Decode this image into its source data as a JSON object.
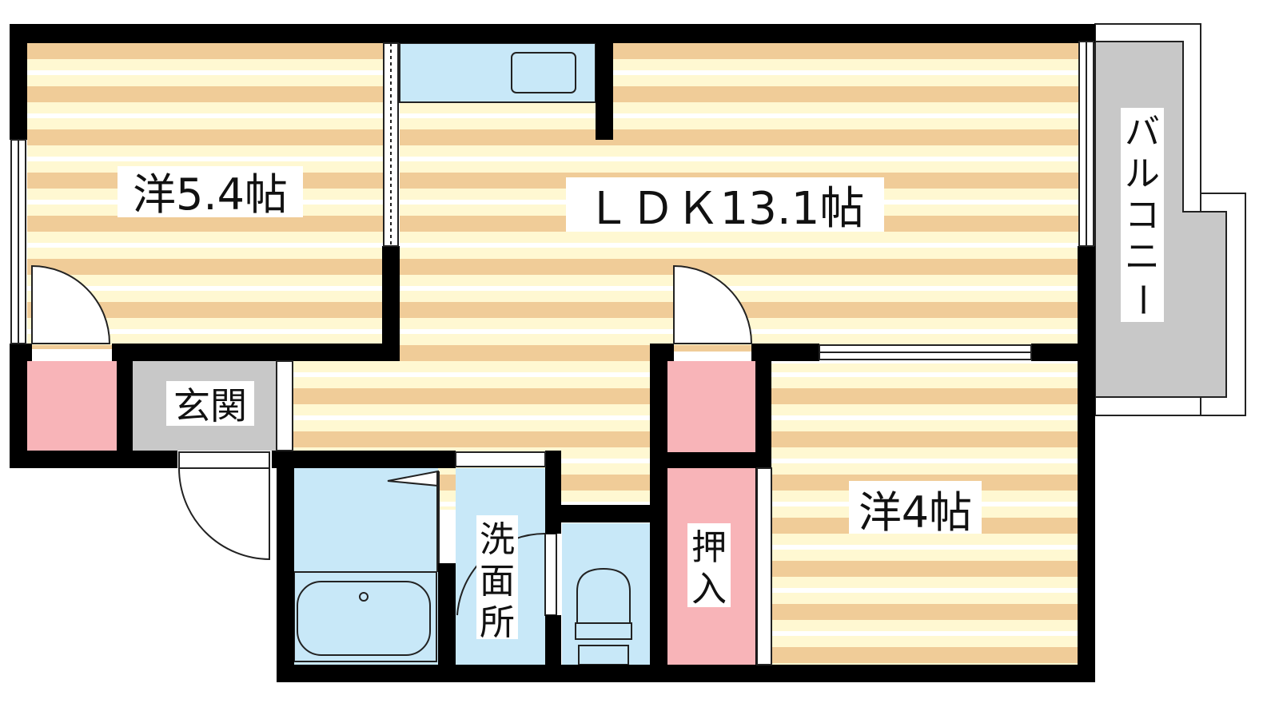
{
  "rooms": {
    "western_large": "洋5.4帖",
    "ldk": "ＬＤＫ13.1帖",
    "western_small": "洋4帖",
    "entrance": "玄関",
    "washroom_chars": [
      "洗",
      "面",
      "所"
    ],
    "closet_chars": [
      "押",
      "入"
    ],
    "balcony_chars": [
      "バ",
      "ル",
      "コ",
      "ニ",
      "ー"
    ]
  },
  "colors": {
    "floor_stripe": "#f0cc98",
    "floor_base": "#fff8d2",
    "wet_area": "#c8e8f8",
    "storage": "#f8b4b8",
    "entrance_balcony": "#c8c8c8",
    "wall": "#000000"
  }
}
